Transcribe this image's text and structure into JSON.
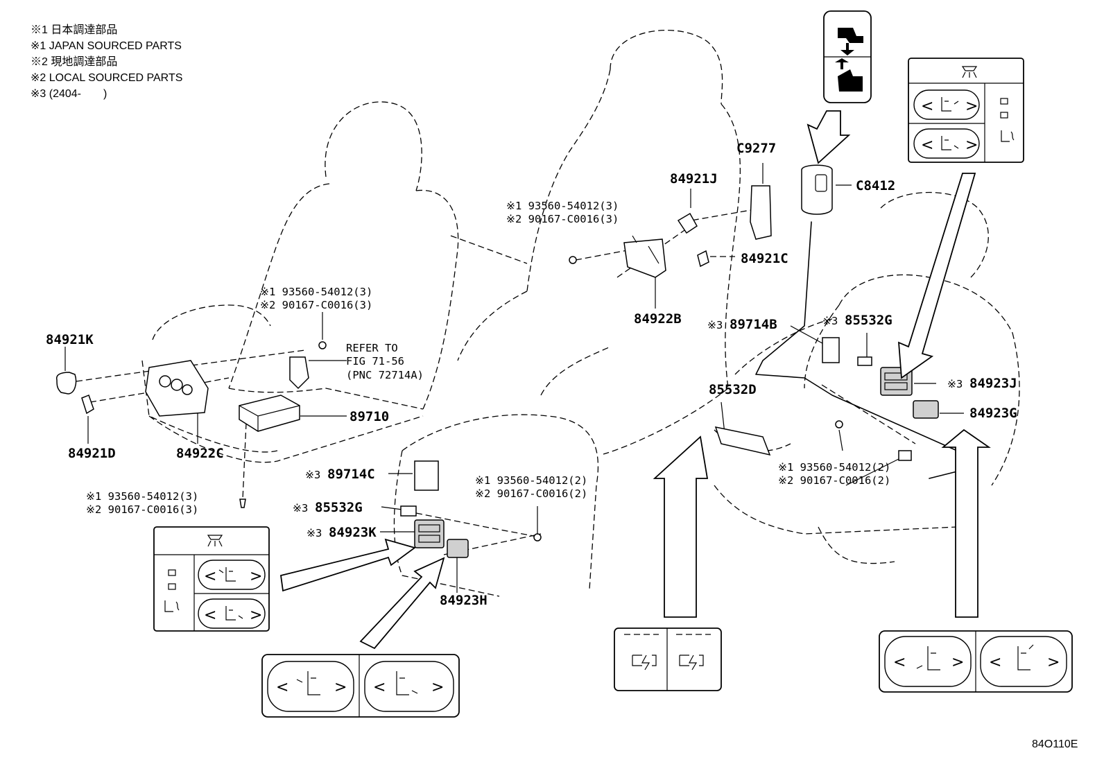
{
  "notes": [
    "※1 日本調達部品",
    "※1 JAPAN SOURCED PARTS",
    "※2 現地調達部品",
    "※2 LOCAL SOURCED PARTS",
    "※3 (2404-　　)"
  ],
  "parts": {
    "p84921K": "84921K",
    "p84921D": "84921D",
    "p84922C": "84922C",
    "p89710": "89710",
    "p84921J": "84921J",
    "p84921C": "84921C",
    "p84922B": "84922B",
    "pC9277": "C9277",
    "pC8412": "C8412",
    "p89714B": "89714B",
    "p85532G_right": "85532G",
    "p84923J": "84923J",
    "p84923G": "84923G",
    "p85532D": "85532D",
    "p89714C": "89714C",
    "p85532G_left": "85532G",
    "p84923K": "84923K",
    "p84923H": "84923H"
  },
  "callouts": {
    "mark3": "※3",
    "screws_a_1": "※1 93560-54012(3)",
    "screws_a_2": "※2 90167-C0016(3)",
    "screws_b_1": "※1 93560-54012(3)",
    "screws_b_2": "※2 90167-C0016(3)",
    "screws_c_1": "※1 93560-54012(3)",
    "screws_c_2": "※2 90167-C0016(3)",
    "screws_d_1": "※1 93560-54012(2)",
    "screws_d_2": "※2 90167-C0016(2)",
    "screws_e_1": "※1 93560-54012(2)",
    "screws_e_2": "※2 90167-C0016(2)",
    "refer_1": "REFER TO",
    "refer_2": "FIG 71-56",
    "refer_3": "(PNC 72714A)"
  },
  "icons": {
    "left": "<",
    "right": ">"
  },
  "figure_id": "84O110E"
}
